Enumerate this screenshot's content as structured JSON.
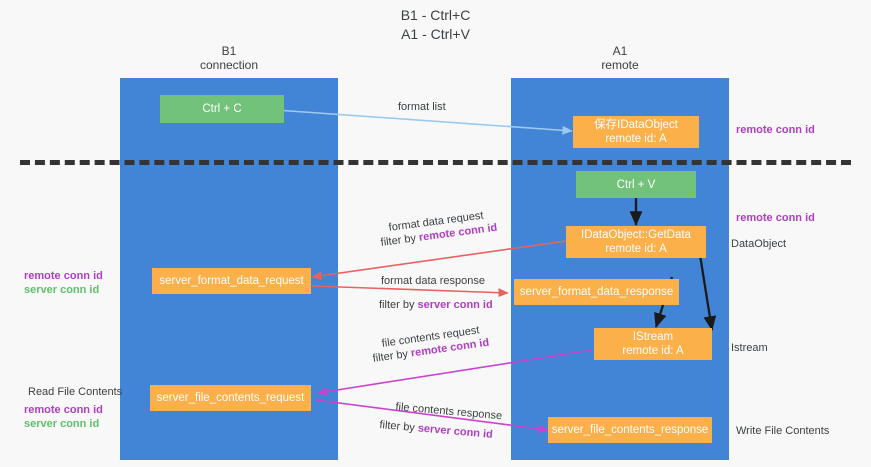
{
  "title": {
    "line1": "B1 - Ctrl+C",
    "line2": "A1 - Ctrl+V"
  },
  "lanes": [
    {
      "id": "b1",
      "name": "B1",
      "role": "connection"
    },
    {
      "id": "a1",
      "name": "A1",
      "role": "remote"
    }
  ],
  "nodes": {
    "ctrl_c": {
      "title": "Ctrl + C",
      "sub": ""
    },
    "idataobject": {
      "title": "保存IDataObject",
      "sub": "remote id: A"
    },
    "ctrl_v": {
      "title": "Ctrl + V",
      "sub": ""
    },
    "getdata": {
      "title": "IDataObject::GetData",
      "sub": "remote id: A"
    },
    "fmt_req": {
      "title": "server_format_data_request",
      "sub": ""
    },
    "fmt_resp": {
      "title": "server_format_data_response",
      "sub": ""
    },
    "istream": {
      "title": "IStream",
      "sub": "remote id: A"
    },
    "file_req": {
      "title": "server_file_contents_request",
      "sub": ""
    },
    "file_resp": {
      "title": "server_file_contents_response",
      "sub": ""
    }
  },
  "arrow_labels": {
    "format_list": "format list",
    "fmt_req_l1": "format data request",
    "fmt_req_l2_pre": "filter by ",
    "fmt_req_l2_key": "remote conn id",
    "fmt_resp_l1": "format data response",
    "fmt_resp_l2_pre": "filter by ",
    "fmt_resp_l2_key": "server conn id",
    "file_req_l1": "file contents request",
    "file_req_l2_pre": "filter by ",
    "file_req_l2_key": "remote conn id",
    "file_resp_l1": "file contents response",
    "file_resp_l2_pre": "filter by ",
    "file_resp_l2_key": "server conn id"
  },
  "side_labels": {
    "right_top_remote": "remote conn id",
    "right_mid_remote": "remote conn id",
    "right_dataobject": "DataObject",
    "right_istream": "Istream",
    "right_write_file": "Write File Contents",
    "left_mid_remote": "remote conn id",
    "left_mid_server": "server conn id",
    "left_read_file": "Read File Contents",
    "left_bot_remote": "remote conn id",
    "left_bot_server": "server conn id"
  },
  "colors": {
    "lane": "#4285d6",
    "green_node": "#72c27a",
    "orange_node": "#fbb049",
    "purple_key": "#b03ec0",
    "green_key": "#5fbf6a",
    "arrow_blue": "#9cc9ef",
    "arrow_red": "#e8625f",
    "arrow_magenta": "#c943cf",
    "arrow_black": "#1a1a1a",
    "background": "#f8f8f8",
    "separator": "#343434"
  }
}
